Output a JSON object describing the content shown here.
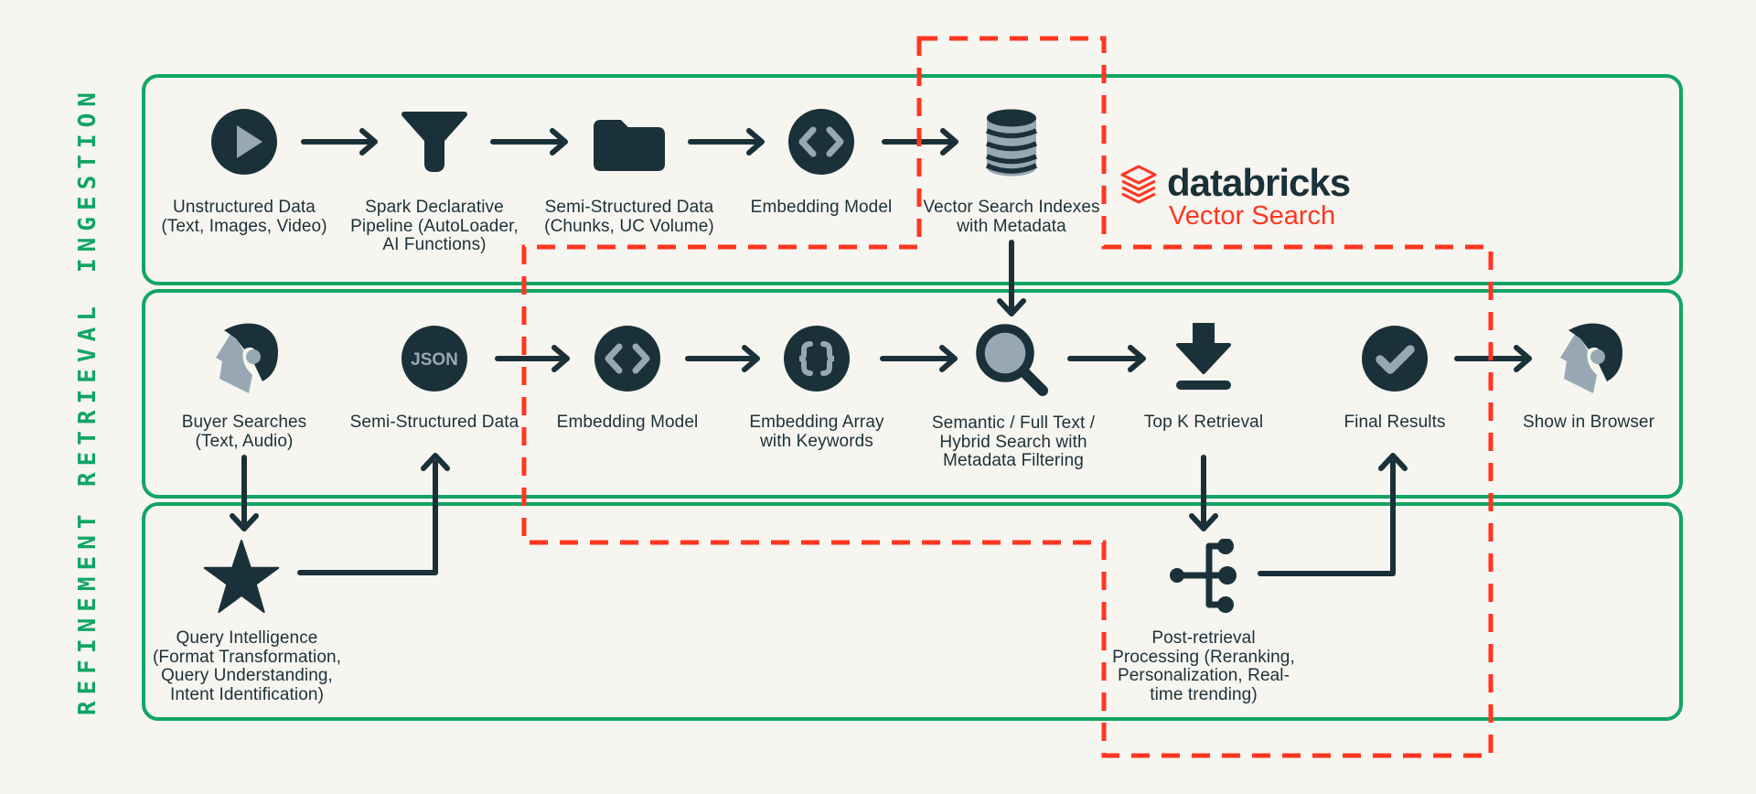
{
  "colors": {
    "background": "#F7F5F0",
    "lane_green": "#11A563",
    "icon_navy": "#1B3139",
    "icon_grey": "#97A8B4",
    "brand_red": "#FF3621"
  },
  "lanes": [
    {
      "label": "INGESTION"
    },
    {
      "label": "RETRIEVAL"
    },
    {
      "label": "REFINEMENT"
    }
  ],
  "logo": {
    "icon": "databricks-logo-icon",
    "wordmark": "databricks",
    "product": "Vector Search"
  },
  "ingestion": {
    "nodes": [
      {
        "icon": "play-icon",
        "lines": [
          "Unstructured Data",
          "(Text, Images, Video)"
        ]
      },
      {
        "icon": "funnel-icon",
        "lines": [
          "Spark Declarative",
          "Pipeline (AutoLoader,",
          "AI Functions)"
        ]
      },
      {
        "icon": "folder-icon",
        "lines": [
          "Semi-Structured Data",
          "(Chunks, UC Volume)"
        ]
      },
      {
        "icon": "code-icon",
        "lines": [
          "Embedding Model"
        ]
      },
      {
        "icon": "database-icon",
        "lines": [
          "Vector Search Indexes",
          "with Metadata"
        ]
      }
    ]
  },
  "retrieval": {
    "nodes": [
      {
        "icon": "person-icon",
        "lines": [
          "Buyer Searches",
          "(Text, Audio)"
        ]
      },
      {
        "icon": "json-icon",
        "icon_text": "JSON",
        "lines": [
          "Semi-Structured Data"
        ]
      },
      {
        "icon": "code-icon",
        "lines": [
          "Embedding Model"
        ]
      },
      {
        "icon": "braces-icon",
        "lines": [
          "Embedding Array",
          "with Keywords"
        ]
      },
      {
        "icon": "search-icon",
        "lines": [
          "Semantic / Full Text /",
          "Hybrid Search with",
          "Metadata Filtering"
        ]
      },
      {
        "icon": "download-icon",
        "lines": [
          "Top K Retrieval"
        ]
      },
      {
        "icon": "check-icon",
        "lines": [
          "Final Results"
        ]
      },
      {
        "icon": "person-icon",
        "lines": [
          "Show in Browser"
        ]
      }
    ]
  },
  "refinement": {
    "nodes": [
      {
        "icon": "star-icon",
        "lines": [
          "Query Intelligence",
          "(Format Transformation,",
          "Query Understanding,",
          "Intent Identification)"
        ]
      },
      {
        "icon": "hierarchy-icon",
        "lines": [
          "Post-retrieval",
          "Processing (Reranking,",
          "Personalization, Real-",
          "time trending)"
        ]
      }
    ]
  }
}
